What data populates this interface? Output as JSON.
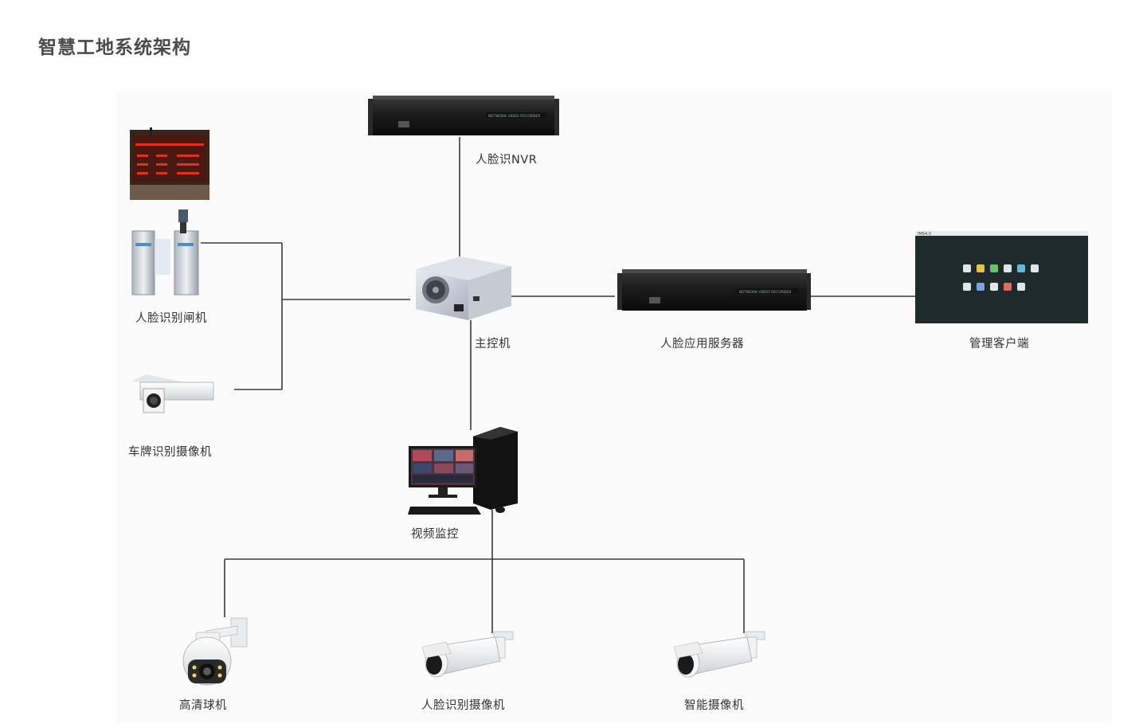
{
  "title": "智慧工地系统架构",
  "nodes": {
    "nvr": "人脸识NVR",
    "host": "主控机",
    "face_server": "人脸应用服务器",
    "client": "管理客户端",
    "gate": "人脸识别闸机",
    "plate_camera": "车牌识别摄像机",
    "video_monitor": "视频监控",
    "dome_camera": "高清球机",
    "face_camera": "人脸识别摄像机",
    "smart_camera": "智能摄像机"
  },
  "devices": {
    "recorder_caption": "NETWORK VIDEO RECORDER",
    "screen_caption": "IMS4.0"
  },
  "colors": {
    "line": "#3a3a3a",
    "device_dark": "#1c1c1c",
    "screen_bg": "#1f2a2c",
    "led_bg": "#4a1810",
    "led_text": "#e0301e"
  }
}
